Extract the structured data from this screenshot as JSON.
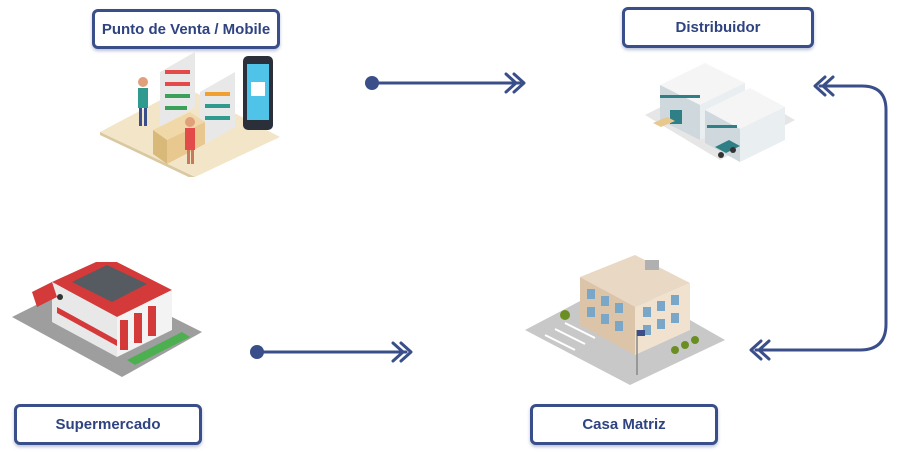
{
  "nodes": {
    "punto_de_venta": "Punto de Venta / Mobile",
    "distribuidor": "Distribuidor",
    "supermercado": "Supermercado",
    "casa_matriz": "Casa Matriz"
  },
  "colors": {
    "accent": "#3a4f8a",
    "text": "#2f4380"
  }
}
